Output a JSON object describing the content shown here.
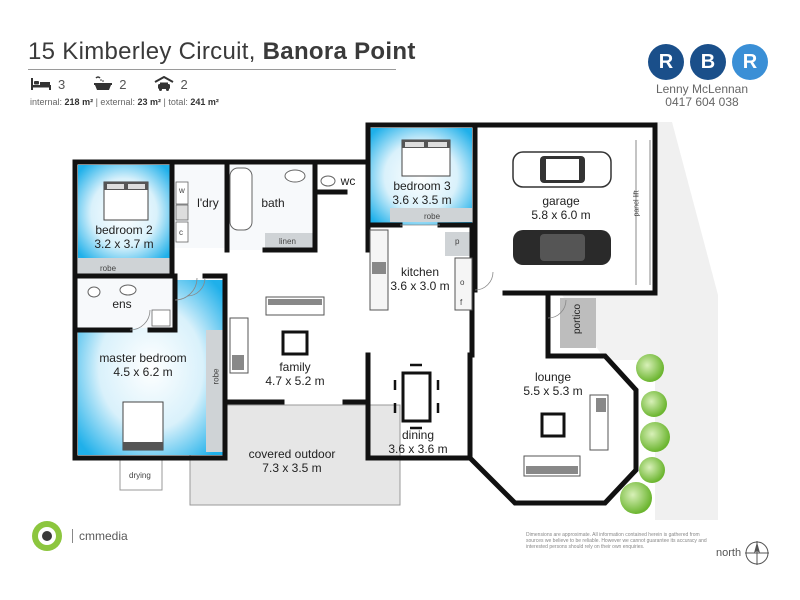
{
  "header": {
    "address": "15 Kimberley Circuit,",
    "suburb": "Banora Point",
    "bedrooms": "3",
    "bathrooms": "2",
    "cars": "2",
    "internal_label": "internal:",
    "internal_value": "218 m²",
    "external_label": "| external:",
    "external_value": "23 m²",
    "total_label": "| total:",
    "total_value": "241 m²"
  },
  "agency": {
    "logo_letters": [
      "R",
      "B",
      "R"
    ],
    "agent_name": "Lenny McLennan",
    "agent_phone": "0417 604 038"
  },
  "rooms": {
    "bedroom2": {
      "name": "bedroom 2",
      "size": "3.2 x 3.7 m"
    },
    "bedroom3": {
      "name": "bedroom 3",
      "size": "3.6 x 3.5 m"
    },
    "master": {
      "name": "master bedroom",
      "size": "4.5 x 6.2 m"
    },
    "family": {
      "name": "family",
      "size": "4.7 x 5.2 m"
    },
    "kitchen": {
      "name": "kitchen",
      "size": "3.6 x 3.0 m"
    },
    "dining": {
      "name": "dining",
      "size": "3.6 x 3.6 m"
    },
    "lounge": {
      "name": "lounge",
      "size": "5.5 x 5.3 m"
    },
    "garage": {
      "name": "garage",
      "size": "5.8 x 6.0 m"
    },
    "outdoor": {
      "name": "covered outdoor",
      "size": "7.3 x 3.5 m"
    },
    "laundry": {
      "name": "l'dry"
    },
    "bath": {
      "name": "bath"
    },
    "wc": {
      "name": "wc"
    },
    "ensuite": {
      "name": "ens"
    },
    "portico": {
      "name": "portico"
    }
  },
  "fixtures": {
    "robe": "robe",
    "linen": "linen",
    "drying": "drying",
    "panel_lift": "panel lift",
    "w": "w",
    "c": "c",
    "p": "p",
    "o": "o",
    "f": "f"
  },
  "footer": {
    "brand": "cmmedia",
    "disclaimer": "Dimensions are approximate. All information contained herein is gathered from sources we believe to be reliable. However we cannot guarantee its accuracy and interested persons should rely on their own enquiries.",
    "north": "north"
  },
  "colors": {
    "brand_blue": "#1a4f8a",
    "brand_light": "#3a8fd6",
    "room_blue": "#29b3e8",
    "wall": "#111111",
    "outdoor_grey": "#e6e6e6",
    "tree_green": "#7fc243"
  }
}
